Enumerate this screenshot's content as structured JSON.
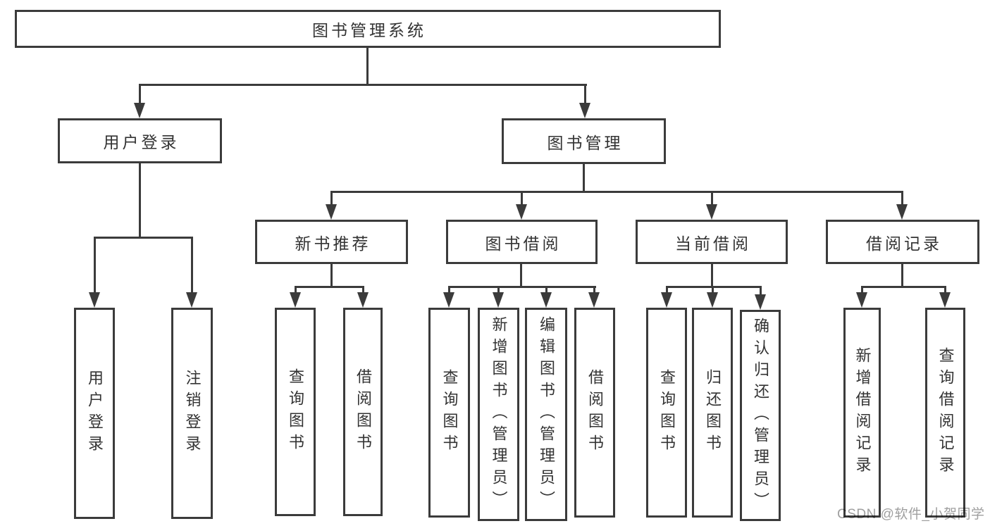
{
  "diagram": {
    "root": {
      "label": "图书管理系统"
    },
    "level2": [
      {
        "label": "用户登录"
      },
      {
        "label": "图书管理"
      }
    ],
    "level3": [
      {
        "label": "新书推荐"
      },
      {
        "label": "图书借阅"
      },
      {
        "label": "当前借阅"
      },
      {
        "label": "借阅记录"
      }
    ],
    "leaves": [
      {
        "label": "用户登录"
      },
      {
        "label": "注销登录"
      },
      {
        "label": "查询图书"
      },
      {
        "label": "借阅图书"
      },
      {
        "label": "查询图书"
      },
      {
        "label": "新增图书（管理员）"
      },
      {
        "label": "编辑图书（管理员）"
      },
      {
        "label": "借阅图书"
      },
      {
        "label": "查询图书"
      },
      {
        "label": "归还图书"
      },
      {
        "label": "确认归还（管理员）"
      },
      {
        "label": "新增借阅记录"
      },
      {
        "label": "查询借阅记录"
      }
    ]
  },
  "watermark": {
    "text": "CSDN @软件_小贺同学"
  },
  "colors": {
    "line": "#3b3b3b",
    "text": "#333333",
    "box_background": "#ffffff",
    "watermark": "#9f9f9f",
    "page_background": "#ffffff"
  }
}
